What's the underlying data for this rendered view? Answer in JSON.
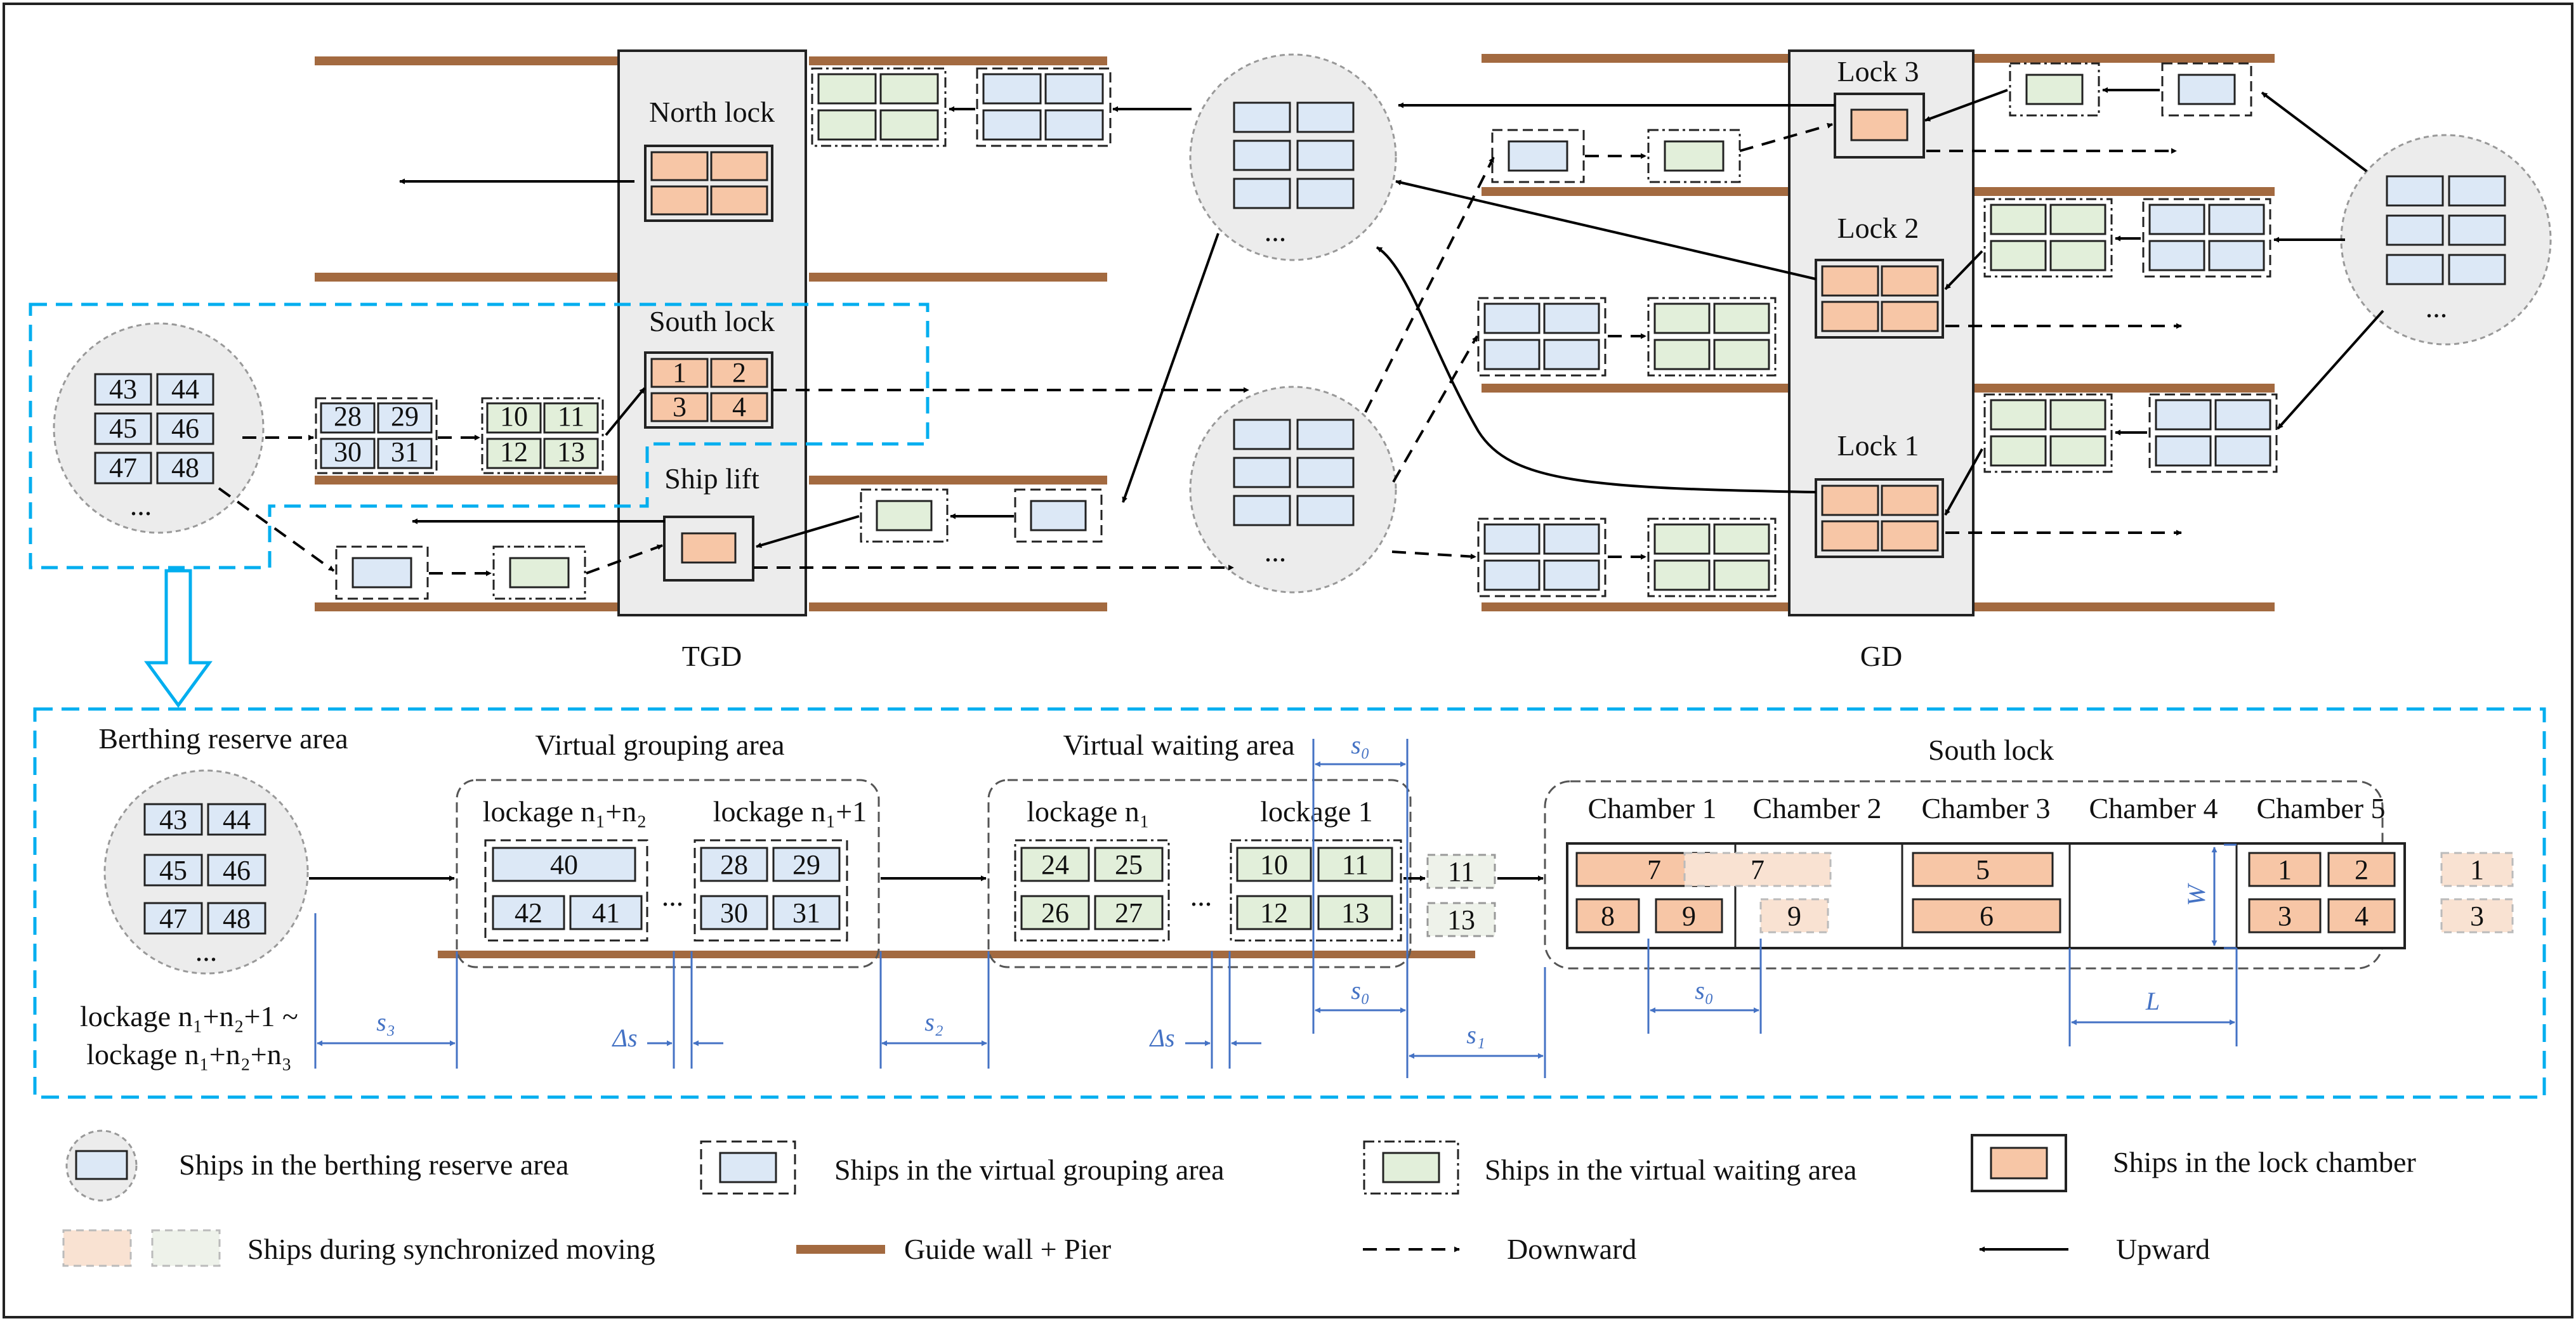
{
  "colors": {
    "blue": "#dce8f6",
    "green": "#e2efda",
    "orange": "#f7c6a6",
    "ghost_orange": "#f9e2d2",
    "ghost_green": "#eef2ea",
    "wall": "#a36a40",
    "cyan": "#00aeef",
    "measure": "#4472c4",
    "dam": "#ececec",
    "circle": "#ececec"
  },
  "top": {
    "tgd_label": "TGD",
    "gd_label": "GD",
    "north_lock": "North lock",
    "south_lock": "South lock",
    "ship_lift": "Ship lift",
    "lock3": "Lock 3",
    "lock2": "Lock 2",
    "lock1": "Lock 1",
    "reserve_ships": [
      "43",
      "44",
      "45",
      "46",
      "47",
      "48"
    ],
    "group_ships": [
      "28",
      "29",
      "30",
      "31"
    ],
    "wait_ships": [
      "10",
      "11",
      "12",
      "13"
    ],
    "south_lock_ships": [
      "1",
      "2",
      "3",
      "4"
    ],
    "ellipsis": "..."
  },
  "detail": {
    "berthing_title": "Berthing reserve area",
    "grouping_title": "Virtual grouping area",
    "waiting_title": "Virtual waiting area",
    "south_lock_title": "South lock",
    "reserve_ships": [
      "43",
      "44",
      "45",
      "46",
      "47",
      "48"
    ],
    "lockage_range_1": "lockage n₁+n₂+1 ~",
    "lockage_range_2": "lockage n₁+n₂+n₃",
    "lockage_n1n2": "lockage n₁+n₂",
    "lockage_n1p1": "lockage n₁+1",
    "lockage_n1": "lockage n₁",
    "lockage_1": "lockage 1",
    "group_a": [
      "40",
      "42",
      "41"
    ],
    "group_b": [
      "28",
      "29",
      "30",
      "31"
    ],
    "wait_a": [
      "24",
      "25",
      "26",
      "27"
    ],
    "wait_b": [
      "10",
      "11",
      "12",
      "13"
    ],
    "moving": [
      "11",
      "13"
    ],
    "chambers": [
      "Chamber 1",
      "Chamber 2",
      "Chamber 3",
      "Chamber 4",
      "Chamber 5"
    ],
    "chamber1": [
      "7",
      "8",
      "9"
    ],
    "chamber2_ghost": [
      "7",
      "9"
    ],
    "chamber3": [
      "5",
      "6"
    ],
    "chamber5": [
      "1",
      "2",
      "3",
      "4"
    ],
    "exit_ghost": [
      "1",
      "3"
    ],
    "s0": "s₀",
    "s1": "s₁",
    "s2": "s₂",
    "s3": "s₃",
    "ds": "Δs",
    "W": "W",
    "L": "L",
    "dots": "..."
  },
  "legend": {
    "reserve": "Ships in the berthing reserve area",
    "grouping": "Ships in the virtual grouping area",
    "waiting": "Ships in the virtual waiting area",
    "chamber": "Ships in the lock chamber",
    "sync": "Ships during synchronized moving",
    "wall": "Guide wall + Pier",
    "down": "Downward",
    "up": "Upward"
  }
}
